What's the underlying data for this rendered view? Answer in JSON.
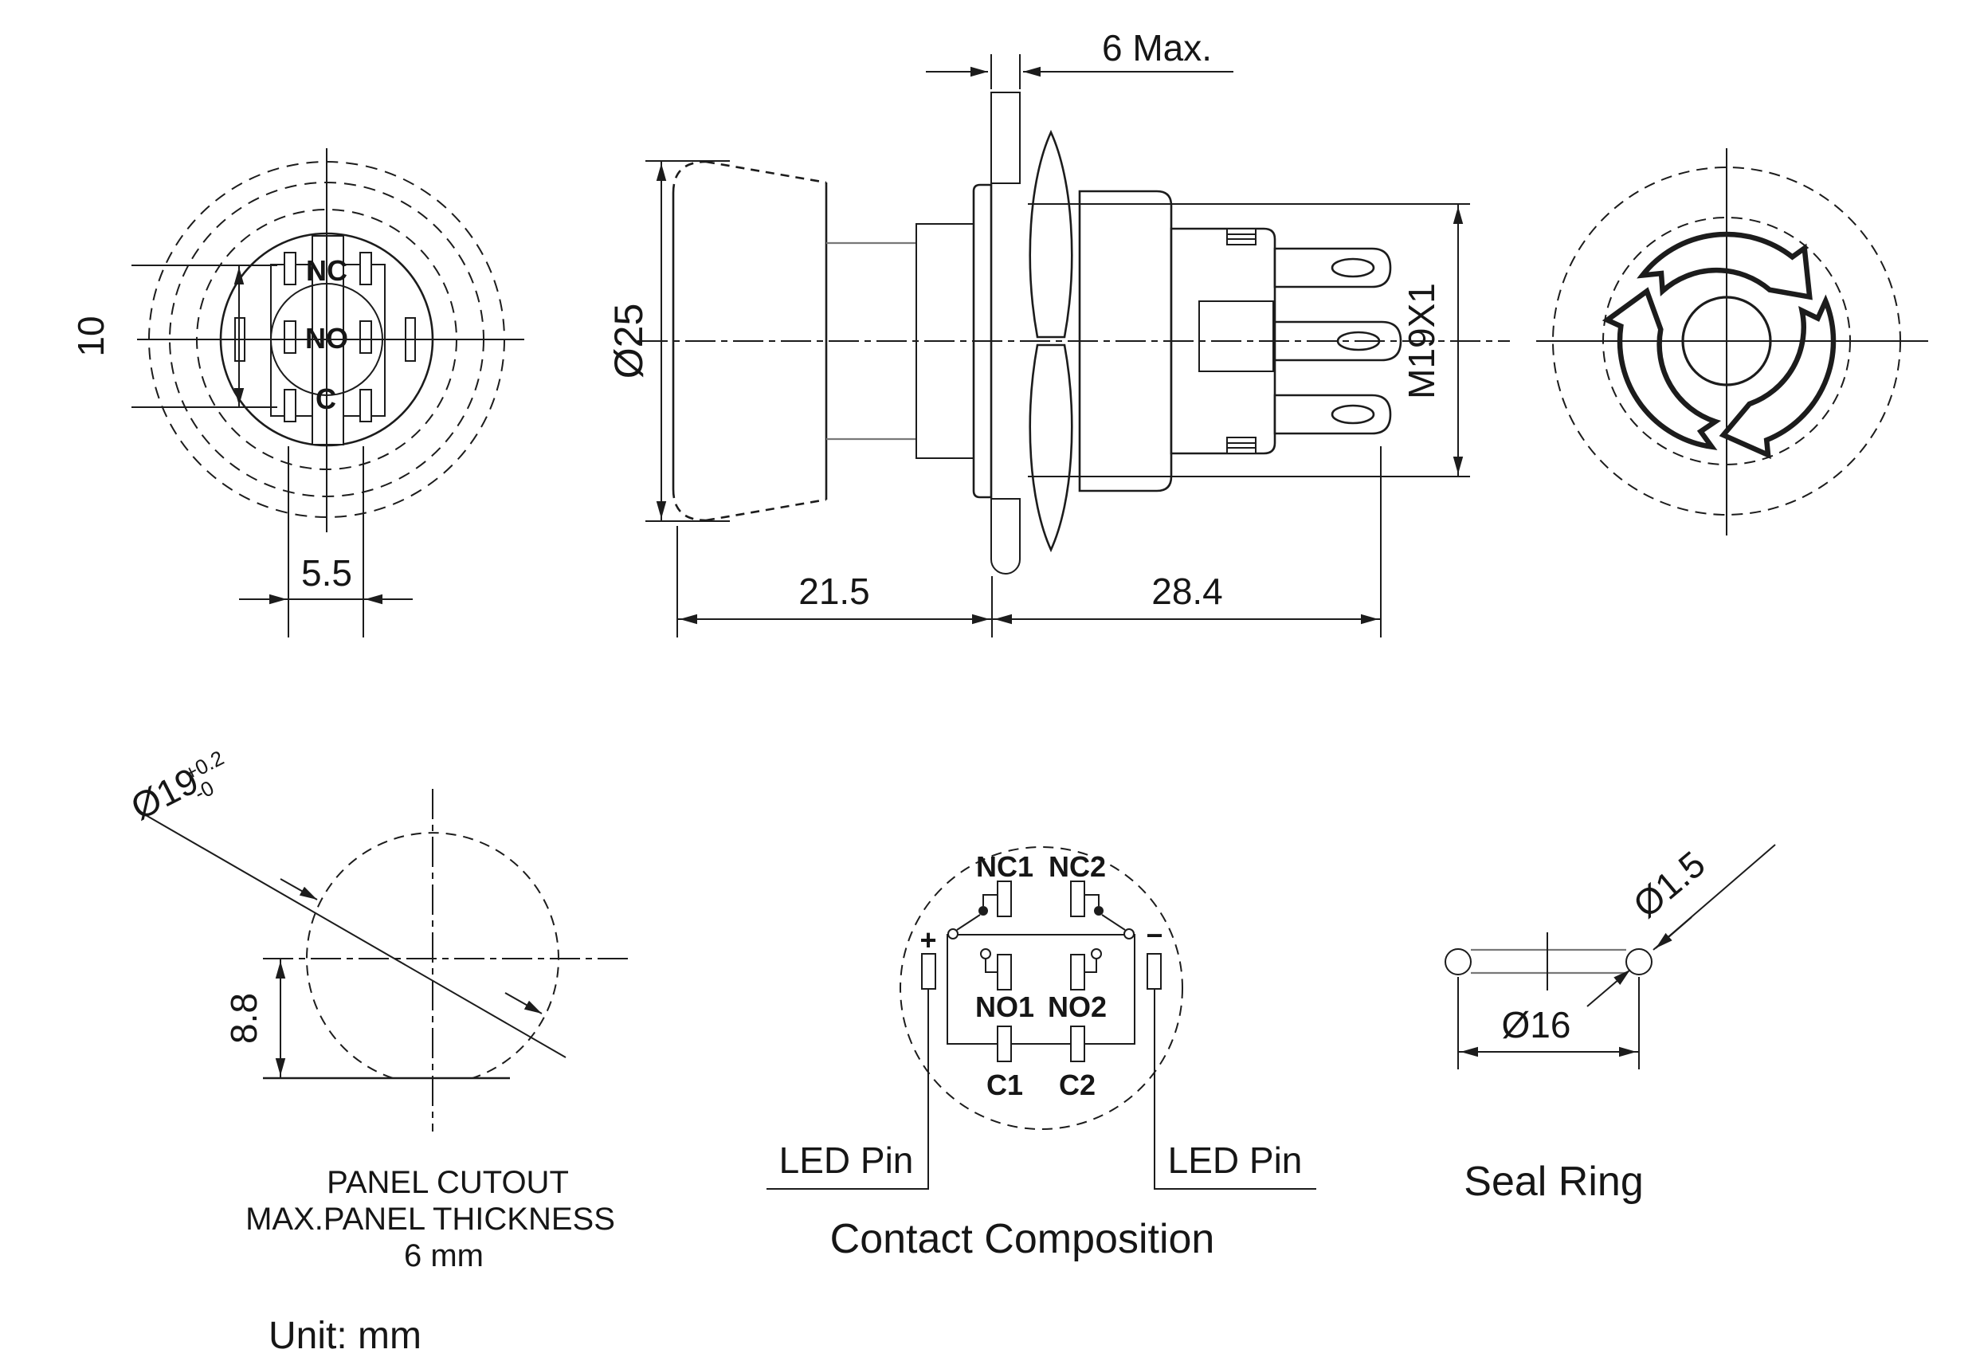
{
  "drawing": {
    "type": "engineering-dimension-drawing",
    "subject": "emergency stop push button switch",
    "line_color": "#1c1c1c",
    "background_color": "#ffffff",
    "unit_note": "Unit: mm",
    "views": {
      "rear": {
        "dim_pin_row_spacing": "10",
        "dim_slot_width": "5.5",
        "labels": {
          "nc": "NC",
          "no": "NO",
          "c": "C"
        }
      },
      "side": {
        "dim_panel_max_thickness": "6 Max.",
        "dim_cap_diameter": "Ø25",
        "dim_thread_spec": "M19X1",
        "dim_front_length": "21.5",
        "dim_rear_length": "28.4"
      },
      "panel_cutout": {
        "dim_hole_diameter": "Ø19",
        "tolerance_plus": "+0.2",
        "tolerance_minus": "-0",
        "dim_flat_height": "8.8",
        "caption": [
          "PANEL CUTOUT",
          "MAX.PANEL THICKNESS",
          "6 mm"
        ]
      },
      "contact_composition": {
        "terminals": {
          "nc1": "NC1",
          "nc2": "NC2",
          "no1": "NO1",
          "no2": "NO2",
          "c1": "C1",
          "c2": "C2"
        },
        "polarity_plus": "+",
        "polarity_minus": "−",
        "led_pin_left": "LED Pin",
        "led_pin_right": "LED Pin",
        "caption": "Contact Composition"
      },
      "seal_ring": {
        "dim_cord_diameter": "Ø1.5",
        "dim_ring_diameter": "Ø16",
        "caption": "Seal Ring"
      }
    }
  }
}
